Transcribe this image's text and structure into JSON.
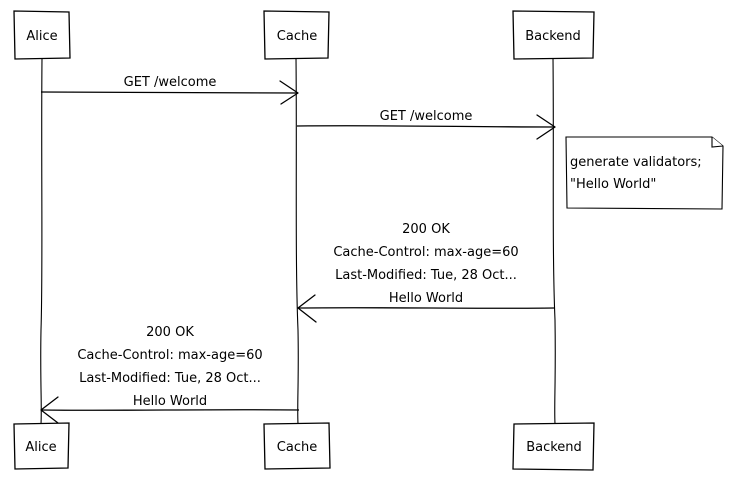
{
  "participants": {
    "alice": "Alice",
    "cache": "Cache",
    "backend": "Backend"
  },
  "messages": [
    {
      "from": "Alice",
      "to": "Cache",
      "lines": [
        "GET /welcome"
      ]
    },
    {
      "from": "Cache",
      "to": "Backend",
      "lines": [
        "GET /welcome"
      ]
    },
    {
      "from": "Backend",
      "to": "Cache",
      "lines": [
        "200 OK",
        "Cache-Control: max-age=60",
        "Last-Modified: Tue, 28 Oct...",
        "Hello World"
      ]
    },
    {
      "from": "Cache",
      "to": "Alice",
      "lines": [
        "200 OK",
        "Cache-Control: max-age=60",
        "Last-Modified: Tue, 28 Oct...",
        "Hello World"
      ]
    }
  ],
  "note": {
    "over": "Backend",
    "lines": [
      "generate validators;",
      "\"Hello World\""
    ]
  }
}
